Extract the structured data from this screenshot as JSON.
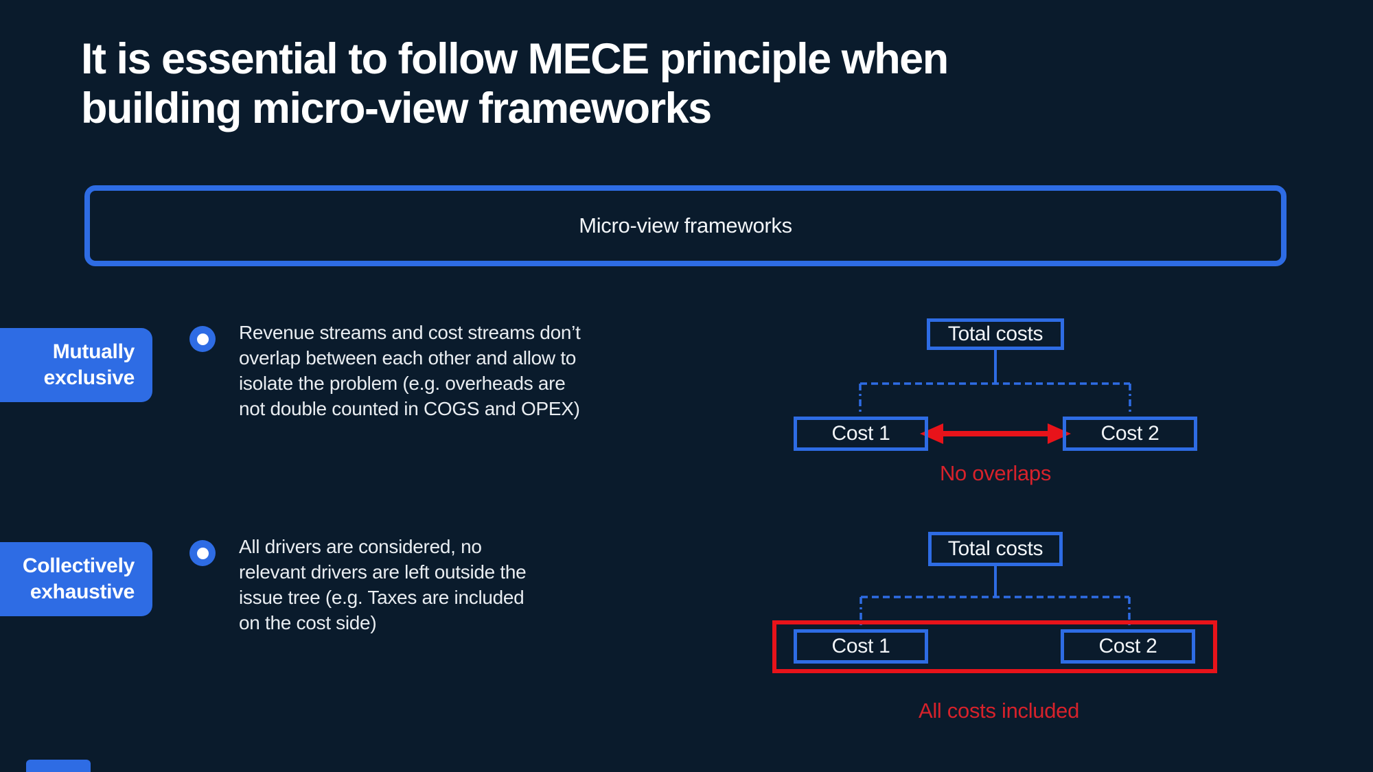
{
  "slide": {
    "title_line1": "It is essential to follow MECE principle when",
    "title_line2": "building micro-view frameworks",
    "banner_label": "Micro-view frameworks"
  },
  "colors": {
    "background": "#0a1b2c",
    "accent_blue": "#2e6ce4",
    "shape_red": "#e8131a",
    "text_red": "#d7222b",
    "body_text": "#e9edf1",
    "title_text": "#ffffff"
  },
  "sections": [
    {
      "tag_line1": "Mutually",
      "tag_line2": "exclusive",
      "bullet_icon": "radio-bullet-icon",
      "text_lines": [
        "Revenue streams and cost streams don’t",
        "overlap between each other and allow to",
        "isolate the problem (e.g. overheads are",
        "not double counted in COGS and OPEX)"
      ]
    },
    {
      "tag_line1": "Collectively",
      "tag_line2": "exhaustive",
      "bullet_icon": "radio-bullet-icon",
      "text_lines": [
        "All drivers are considered, no",
        "relevant drivers are left outside the",
        "issue tree (e.g. Taxes are included",
        "on the cost side)"
      ]
    }
  ],
  "diagrams": [
    {
      "root_label": "Total costs",
      "child1_label": "Cost 1",
      "child2_label": "Cost 2",
      "annotation": "No overlaps"
    },
    {
      "root_label": "Total costs",
      "child1_label": "Cost 1",
      "child2_label": "Cost 2",
      "annotation": "All costs included"
    }
  ]
}
